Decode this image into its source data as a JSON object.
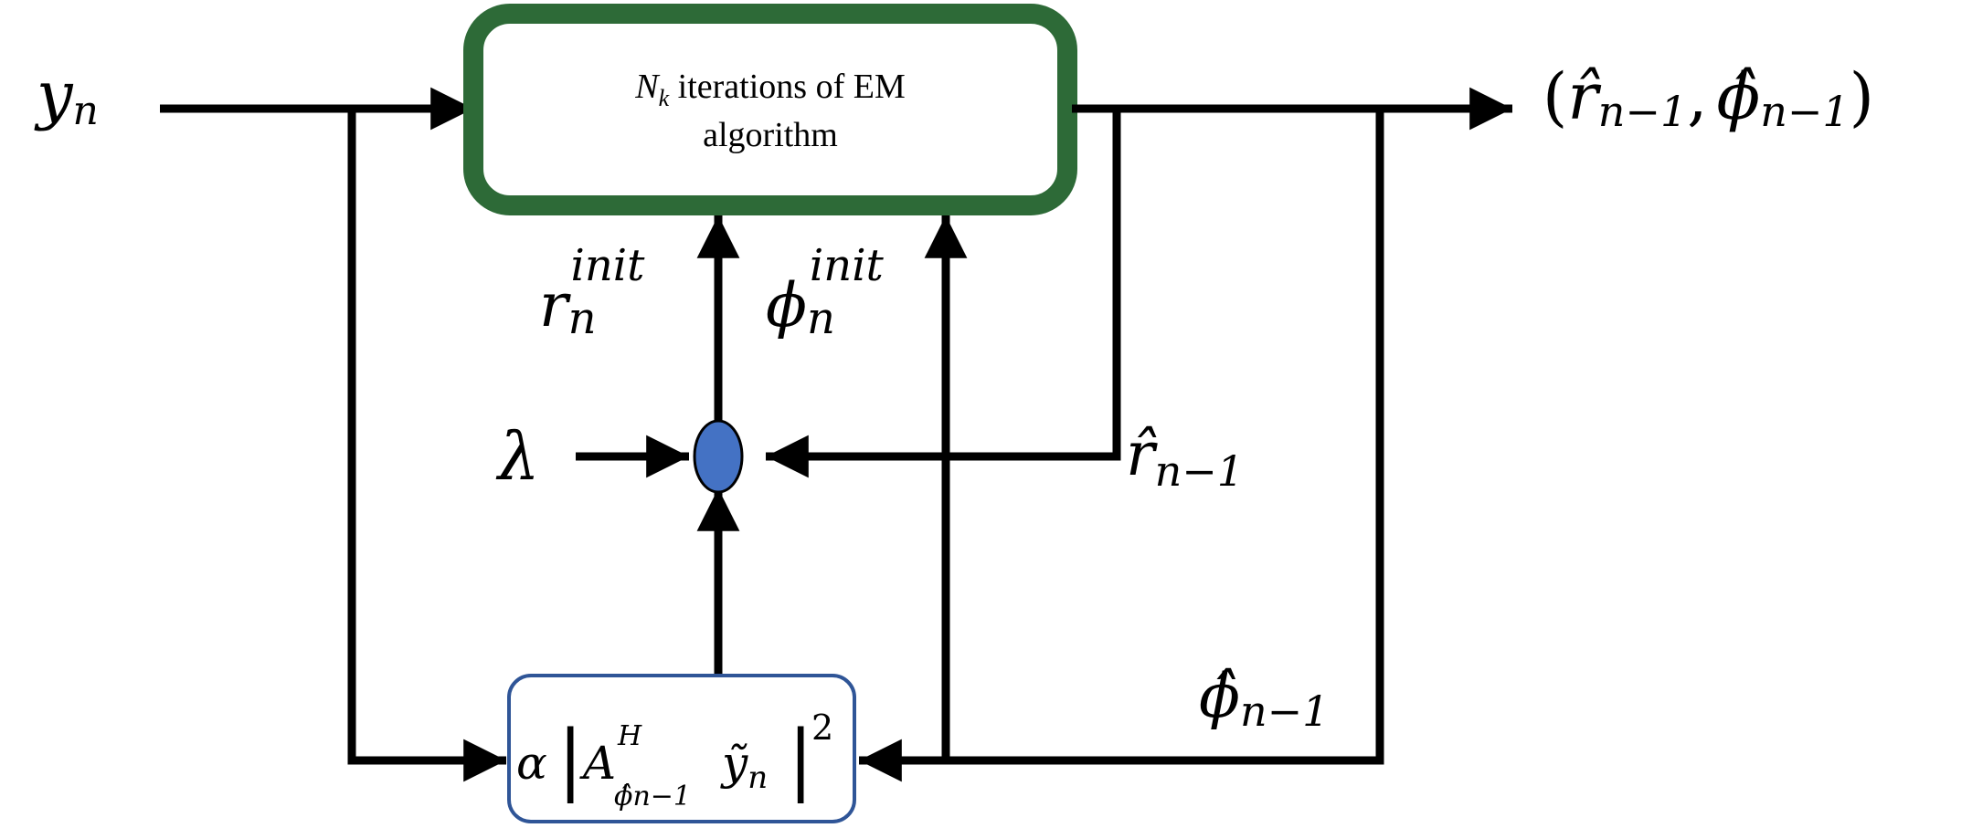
{
  "inputs": {
    "y": {
      "base": "y",
      "sub": "n"
    },
    "lambda": "λ"
  },
  "outputs": {
    "pair": {
      "open": "(",
      "r": "r̂",
      "r_sub": "n−1",
      "comma": ",",
      "phi": "ϕ̂",
      "phi_sub": "n−1",
      "close": ")"
    }
  },
  "em_box": {
    "n_label": "N",
    "n_sub": "k",
    "line1_rest": " iterations of EM",
    "line2": "algorithm",
    "border_color": "#2d6a37"
  },
  "signals": {
    "r_init": {
      "base": "r",
      "sub": "n",
      "sup": "init"
    },
    "phi_init": {
      "base": "ϕ",
      "sub": "n",
      "sup": "init"
    },
    "r_prev": {
      "base": "r̂",
      "sub": "n−1"
    },
    "phi_prev": {
      "base": "ϕ̂",
      "sub": "n−1"
    }
  },
  "combiner": {
    "fill": "#4472c4"
  },
  "alpha_box": {
    "alpha": "α",
    "bar_left": "|",
    "A": "A",
    "A_sup": "H",
    "A_sub": "ϕ̂n−1",
    "y": "ỹ",
    "y_sub": "n",
    "bar_right": "|",
    "power": "2",
    "border_color": "#2f5597"
  }
}
